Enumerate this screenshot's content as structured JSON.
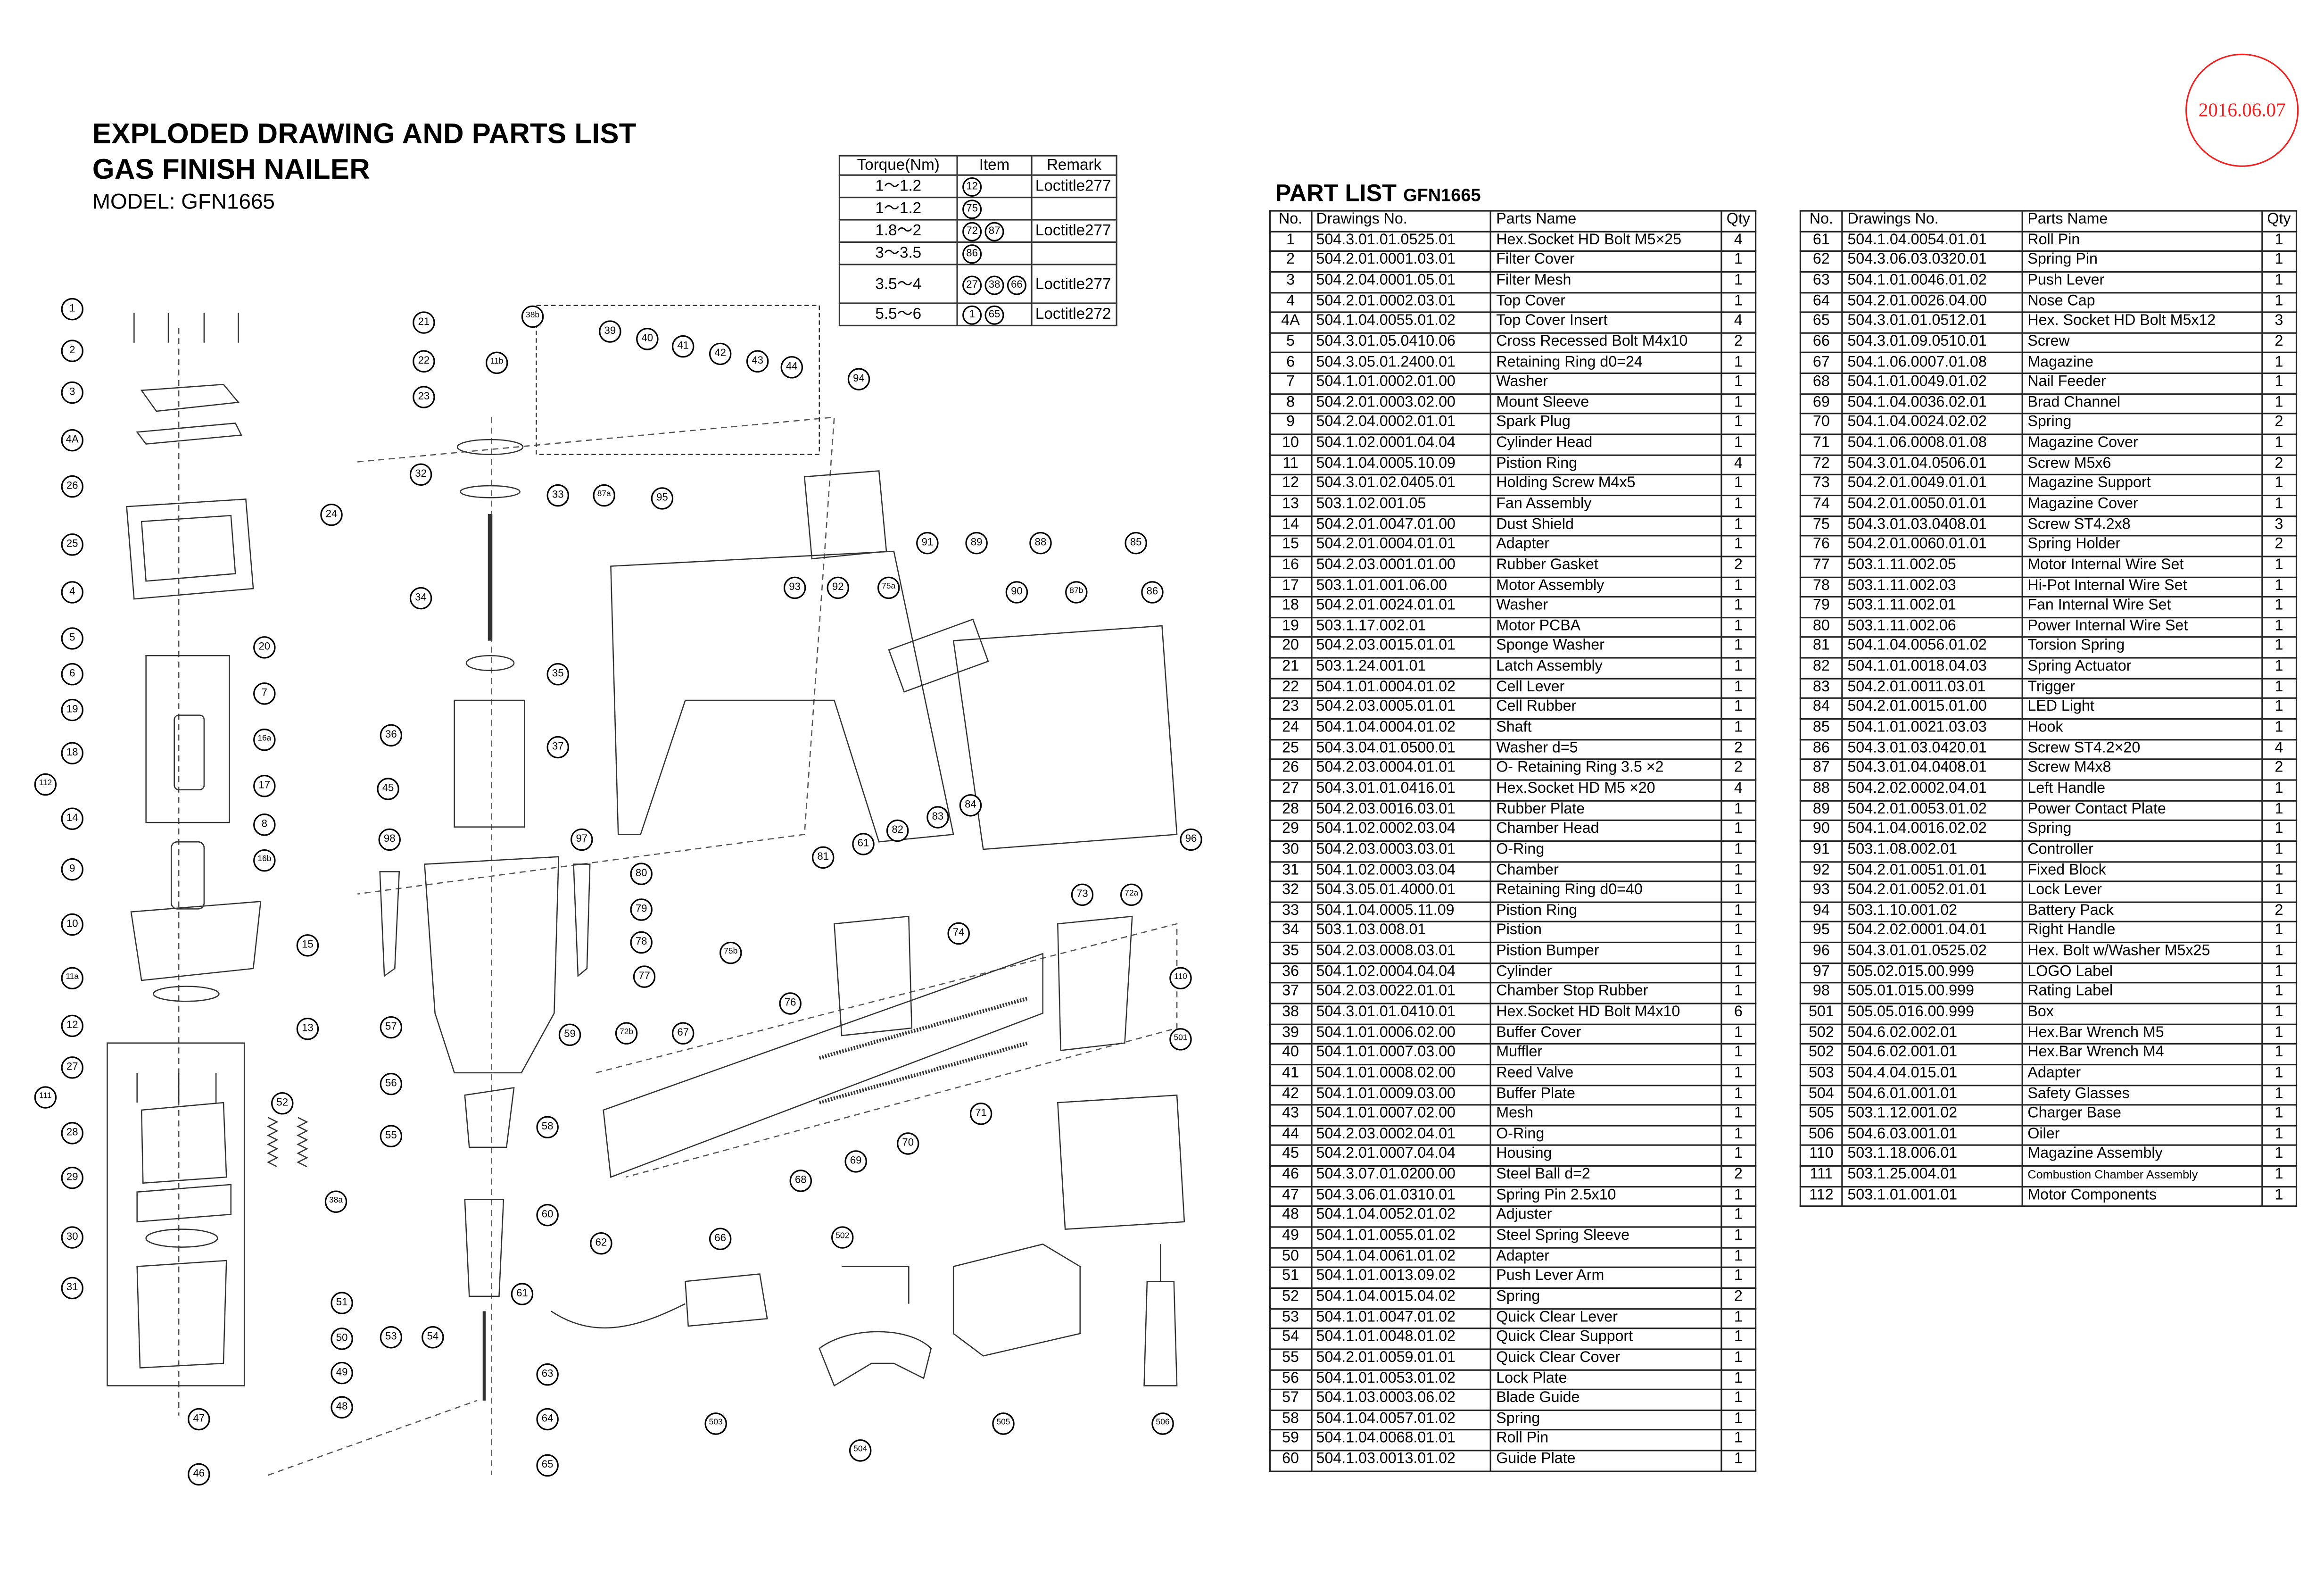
{
  "header": {
    "title_line1": "EXPLODED DRAWING AND PARTS LIST",
    "title_line2": "GAS FINISH NAILER",
    "model": "MODEL: GFN1665"
  },
  "stamp": {
    "date": "2016.06.07",
    "color": "#e22222"
  },
  "torque_table": {
    "headers": [
      "Torque(Nm)",
      "Item",
      "Remark"
    ],
    "rows": [
      {
        "torque": "1～1.2",
        "items": [
          "12"
        ],
        "remark": "Loctitle277"
      },
      {
        "torque": "1～1.2",
        "items": [
          "75"
        ],
        "remark": ""
      },
      {
        "torque": "1.8～2",
        "items": [
          "72",
          "87"
        ],
        "remark": "Loctitle277"
      },
      {
        "torque": "3～3.5",
        "items": [
          "86"
        ],
        "remark": ""
      },
      {
        "torque": "3.5～4",
        "items": [
          "27",
          "38",
          "66"
        ],
        "remark": "Loctitle277"
      },
      {
        "torque": "5.5～6",
        "items": [
          "1",
          "65"
        ],
        "remark": "Loctitle272"
      }
    ]
  },
  "part_list": {
    "title": "PART LIST",
    "model": "GFN1665",
    "headers": [
      "No.",
      "Drawings No.",
      "Parts Name",
      "Qty"
    ]
  },
  "parts_left": [
    [
      "1",
      "504.3.01.01.0525.01",
      "Hex.Socket HD Bolt M5×25",
      "4"
    ],
    [
      "2",
      "504.2.01.0001.03.01",
      "Filter Cover",
      "1"
    ],
    [
      "3",
      "504.2.04.0001.05.01",
      "Filter Mesh",
      "1"
    ],
    [
      "4",
      "504.2.01.0002.03.01",
      "Top Cover",
      "1"
    ],
    [
      "4A",
      "504.1.04.0055.01.02",
      "Top Cover Insert",
      "4"
    ],
    [
      "5",
      "504.3.01.05.0410.06",
      "Cross Recessed Bolt M4x10",
      "2"
    ],
    [
      "6",
      "504.3.05.01.2400.01",
      "Retaining Ring d0=24",
      "1"
    ],
    [
      "7",
      "504.1.01.0002.01.00",
      "Washer",
      "1"
    ],
    [
      "8",
      "504.2.01.0003.02.00",
      "Mount Sleeve",
      "1"
    ],
    [
      "9",
      "504.2.04.0002.01.01",
      "Spark Plug",
      "1"
    ],
    [
      "10",
      "504.1.02.0001.04.04",
      "Cylinder Head",
      "1"
    ],
    [
      "11",
      "504.1.04.0005.10.09",
      "Pistion Ring",
      "4"
    ],
    [
      "12",
      "504.3.01.02.0405.01",
      "Holding Screw M4x5",
      "1"
    ],
    [
      "13",
      "503.1.02.001.05",
      "Fan Assembly",
      "1"
    ],
    [
      "14",
      "504.2.01.0047.01.00",
      "Dust Shield",
      "1"
    ],
    [
      "15",
      "504.2.01.0004.01.01",
      "Adapter",
      "1"
    ],
    [
      "16",
      "504.2.03.0001.01.00",
      "Rubber Gasket",
      "2"
    ],
    [
      "17",
      "503.1.01.001.06.00",
      "Motor Assembly",
      "1"
    ],
    [
      "18",
      "504.2.01.0024.01.01",
      "Washer",
      "1"
    ],
    [
      "19",
      "503.1.17.002.01",
      "Motor PCBA",
      "1"
    ],
    [
      "20",
      "504.2.03.0015.01.01",
      "Sponge Washer",
      "1"
    ],
    [
      "21",
      "503.1.24.001.01",
      "Latch Assembly",
      "1"
    ],
    [
      "22",
      "504.1.01.0004.01.02",
      "Cell Lever",
      "1"
    ],
    [
      "23",
      "504.2.03.0005.01.01",
      "Cell Rubber",
      "1"
    ],
    [
      "24",
      "504.1.04.0004.01.02",
      "Shaft",
      "1"
    ],
    [
      "25",
      "504.3.04.01.0500.01",
      "Washer  d=5",
      "2"
    ],
    [
      "26",
      "504.2.03.0004.01.01",
      "O- Retaining Ring 3.5 ×2",
      "2"
    ],
    [
      "27",
      "504.3.01.01.0416.01",
      "Hex.Socket HD M5 ×20",
      "4"
    ],
    [
      "28",
      "504.2.03.0016.03.01",
      "Rubber Plate",
      "1"
    ],
    [
      "29",
      "504.1.02.0002.03.04",
      "Chamber Head",
      "1"
    ],
    [
      "30",
      "504.2.03.0003.03.01",
      "O-Ring",
      "1"
    ],
    [
      "31",
      "504.1.02.0003.03.04",
      "Chamber",
      "1"
    ],
    [
      "32",
      "504.3.05.01.4000.01",
      "Retaining Ring d0=40",
      "1"
    ],
    [
      "33",
      "504.1.04.0005.11.09",
      "Pistion Ring",
      "1"
    ],
    [
      "34",
      "503.1.03.008.01",
      "Pistion",
      "1"
    ],
    [
      "35",
      "504.2.03.0008.03.01",
      "Pistion Bumper",
      "1"
    ],
    [
      "36",
      "504.1.02.0004.04.04",
      "Cylinder",
      "1"
    ],
    [
      "37",
      "504.2.03.0022.01.01",
      "Chamber Stop Rubber",
      "1"
    ],
    [
      "38",
      "504.3.01.01.0410.01",
      "Hex.Socket HD Bolt M4x10",
      "6"
    ],
    [
      "39",
      "504.1.01.0006.02.00",
      "Buffer Cover",
      "1"
    ],
    [
      "40",
      "504.1.01.0007.03.00",
      "Muffler",
      "1"
    ],
    [
      "41",
      "504.1.01.0008.02.00",
      "Reed Valve",
      "1"
    ],
    [
      "42",
      "504.1.01.0009.03.00",
      "Buffer Plate",
      "1"
    ],
    [
      "43",
      "504.1.01.0007.02.00",
      "Mesh",
      "1"
    ],
    [
      "44",
      "504.2.03.0002.04.01",
      "O-Ring",
      "1"
    ],
    [
      "45",
      "504.2.01.0007.04.04",
      "Housing",
      "1"
    ],
    [
      "46",
      "504.3.07.01.0200.00",
      "Steel Ball d=2",
      "2"
    ],
    [
      "47",
      "504.3.06.01.0310.01",
      "Spring Pin  2.5x10",
      "1"
    ],
    [
      "48",
      "504.1.04.0052.01.02",
      "Adjuster",
      "1"
    ],
    [
      "49",
      "504.1.01.0055.01.02",
      "Steel Spring Sleeve",
      "1"
    ],
    [
      "50",
      "504.1.04.0061.01.02",
      "Adapter",
      "1"
    ],
    [
      "51",
      "504.1.01.0013.09.02",
      "Push Lever Arm",
      "1"
    ],
    [
      "52",
      "504.1.04.0015.04.02",
      "Spring",
      "2"
    ],
    [
      "53",
      "504.1.01.0047.01.02",
      "Quick Clear Lever",
      "1"
    ],
    [
      "54",
      "504.1.01.0048.01.02",
      "Quick Clear Support",
      "1"
    ],
    [
      "55",
      "504.2.01.0059.01.01",
      "Quick Clear Cover",
      "1"
    ],
    [
      "56",
      "504.1.01.0053.01.02",
      "Lock Plate",
      "1"
    ],
    [
      "57",
      "504.1.03.0003.06.02",
      "Blade Guide",
      "1"
    ],
    [
      "58",
      "504.1.04.0057.01.02",
      "Spring",
      "1"
    ],
    [
      "59",
      "504.1.04.0068.01.01",
      "Roll Pin",
      "1"
    ],
    [
      "60",
      "504.1.03.0013.01.02",
      "Guide Plate",
      "1"
    ]
  ],
  "parts_right": [
    [
      "61",
      "504.1.04.0054.01.01",
      "Roll Pin",
      "1"
    ],
    [
      "62",
      "504.3.06.03.0320.01",
      "Spring Pin",
      "1"
    ],
    [
      "63",
      "504.1.01.0046.01.02",
      "Push Lever",
      "1"
    ],
    [
      "64",
      "504.2.01.0026.04.00",
      "Nose Cap",
      "1"
    ],
    [
      "65",
      "504.3.01.01.0512.01",
      "Hex. Socket HD Bolt M5x12",
      "3"
    ],
    [
      "66",
      "504.3.01.09.0510.01",
      "Screw",
      "2"
    ],
    [
      "67",
      "504.1.06.0007.01.08",
      "Magazine",
      "1"
    ],
    [
      "68",
      "504.1.01.0049.01.02",
      "Nail Feeder",
      "1"
    ],
    [
      "69",
      "504.1.04.0036.02.01",
      "Brad Channel",
      "1"
    ],
    [
      "70",
      "504.1.04.0024.02.02",
      "Spring",
      "2"
    ],
    [
      "71",
      "504.1.06.0008.01.08",
      "Magazine Cover",
      "1"
    ],
    [
      "72",
      "504.3.01.04.0506.01",
      "Screw M5x6",
      "2"
    ],
    [
      "73",
      "504.2.01.0049.01.01",
      "Magazine Support",
      "1"
    ],
    [
      "74",
      "504.2.01.0050.01.01",
      "Magazine Cover",
      "1"
    ],
    [
      "75",
      "504.3.01.03.0408.01",
      "Screw ST4.2x8",
      "3"
    ],
    [
      "76",
      "504.2.01.0060.01.01",
      "Spring Holder",
      "2"
    ],
    [
      "77",
      "503.1.11.002.05",
      "Motor Internal Wire Set",
      "1"
    ],
    [
      "78",
      "503.1.11.002.03",
      "Hi-Pot Internal Wire Set",
      "1"
    ],
    [
      "79",
      "503.1.11.002.01",
      "Fan Internal Wire Set",
      "1"
    ],
    [
      "80",
      "503.1.11.002.06",
      "Power Internal Wire Set",
      "1"
    ],
    [
      "81",
      "504.1.04.0056.01.02",
      "Torsion Spring",
      "1"
    ],
    [
      "82",
      "504.1.01.0018.04.03",
      "Spring Actuator",
      "1"
    ],
    [
      "83",
      "504.2.01.0011.03.01",
      "Trigger",
      "1"
    ],
    [
      "84",
      "504.2.01.0015.01.00",
      "LED Light",
      "1"
    ],
    [
      "85",
      "504.1.01.0021.03.03",
      "Hook",
      "1"
    ],
    [
      "86",
      "504.3.01.03.0420.01",
      "Screw ST4.2×20",
      "4"
    ],
    [
      "87",
      "504.3.01.04.0408.01",
      "Screw M4x8",
      "2"
    ],
    [
      "88",
      "504.2.02.0002.04.01",
      "Left Handle",
      "1"
    ],
    [
      "89",
      "504.2.01.0053.01.02",
      "Power Contact Plate",
      "1"
    ],
    [
      "90",
      "504.1.04.0016.02.02",
      "Spring",
      "1"
    ],
    [
      "91",
      "503.1.08.002.01",
      "Controller",
      "1"
    ],
    [
      "92",
      "504.2.01.0051.01.01",
      "Fixed Block",
      "1"
    ],
    [
      "93",
      "504.2.01.0052.01.01",
      "Lock Lever",
      "1"
    ],
    [
      "94",
      "503.1.10.001.02",
      "Battery Pack",
      "2"
    ],
    [
      "95",
      "504.2.02.0001.04.01",
      "Right Handle",
      "1"
    ],
    [
      "96",
      "504.3.01.01.0525.02",
      "Hex. Bolt w/Washer M5x25",
      "1"
    ],
    [
      "97",
      "505.02.015.00.999",
      "LOGO Label",
      "1"
    ],
    [
      "98",
      "505.01.015.00.999",
      "Rating Label",
      "1"
    ],
    [
      "501",
      "505.05.016.00.999",
      "Box",
      "1"
    ],
    [
      "502",
      "504.6.02.002.01",
      "Hex.Bar Wrench M5",
      "1"
    ],
    [
      "502",
      "504.6.02.001.01",
      "Hex.Bar Wrench M4",
      "1"
    ],
    [
      "503",
      "504.4.04.015.01",
      "Adapter",
      "1"
    ],
    [
      "504",
      "504.6.01.001.01",
      "Safety Glasses",
      "1"
    ],
    [
      "505",
      "503.1.12.001.02",
      "Charger Base",
      "1"
    ],
    [
      "506",
      "504.6.03.001.01",
      "Oiler",
      "1"
    ],
    [
      "110",
      "503.1.18.006.01",
      "Magazine Assembly",
      "1"
    ],
    [
      "111",
      "503.1.25.004.01",
      "Combustion Chamber Assembly",
      "1"
    ],
    [
      "112",
      "503.1.01.001.01",
      "Motor Components",
      "1"
    ]
  ],
  "callouts": [
    "1",
    "2",
    "3",
    "4A",
    "26",
    "25",
    "4",
    "5",
    "6",
    "19",
    "18",
    "14",
    "112",
    "9",
    "10",
    "11a",
    "12",
    "27",
    "111",
    "28",
    "29",
    "30",
    "31",
    "20",
    "7",
    "16a",
    "17",
    "8",
    "16b",
    "15",
    "13",
    "21",
    "22",
    "23",
    "24",
    "32",
    "33",
    "34",
    "35",
    "36",
    "37",
    "45",
    "38b",
    "11b",
    "39",
    "40",
    "41",
    "42",
    "43",
    "44",
    "94",
    "87a",
    "95",
    "91",
    "89",
    "88",
    "85",
    "93",
    "92",
    "75a",
    "90",
    "87b",
    "86",
    "98",
    "97",
    "80",
    "79",
    "78",
    "77",
    "81",
    "61",
    "82",
    "83",
    "84",
    "96",
    "73",
    "72a",
    "74",
    "75b",
    "110",
    "501",
    "76",
    "72b",
    "67",
    "59",
    "57",
    "56",
    "58",
    "55",
    "71",
    "70",
    "69",
    "68",
    "66",
    "60",
    "62",
    "61",
    "53",
    "54",
    "51",
    "50",
    "49",
    "48",
    "47",
    "46",
    "63",
    "64",
    "65",
    "52",
    "38a",
    "502",
    "503",
    "504",
    "505",
    "506"
  ]
}
